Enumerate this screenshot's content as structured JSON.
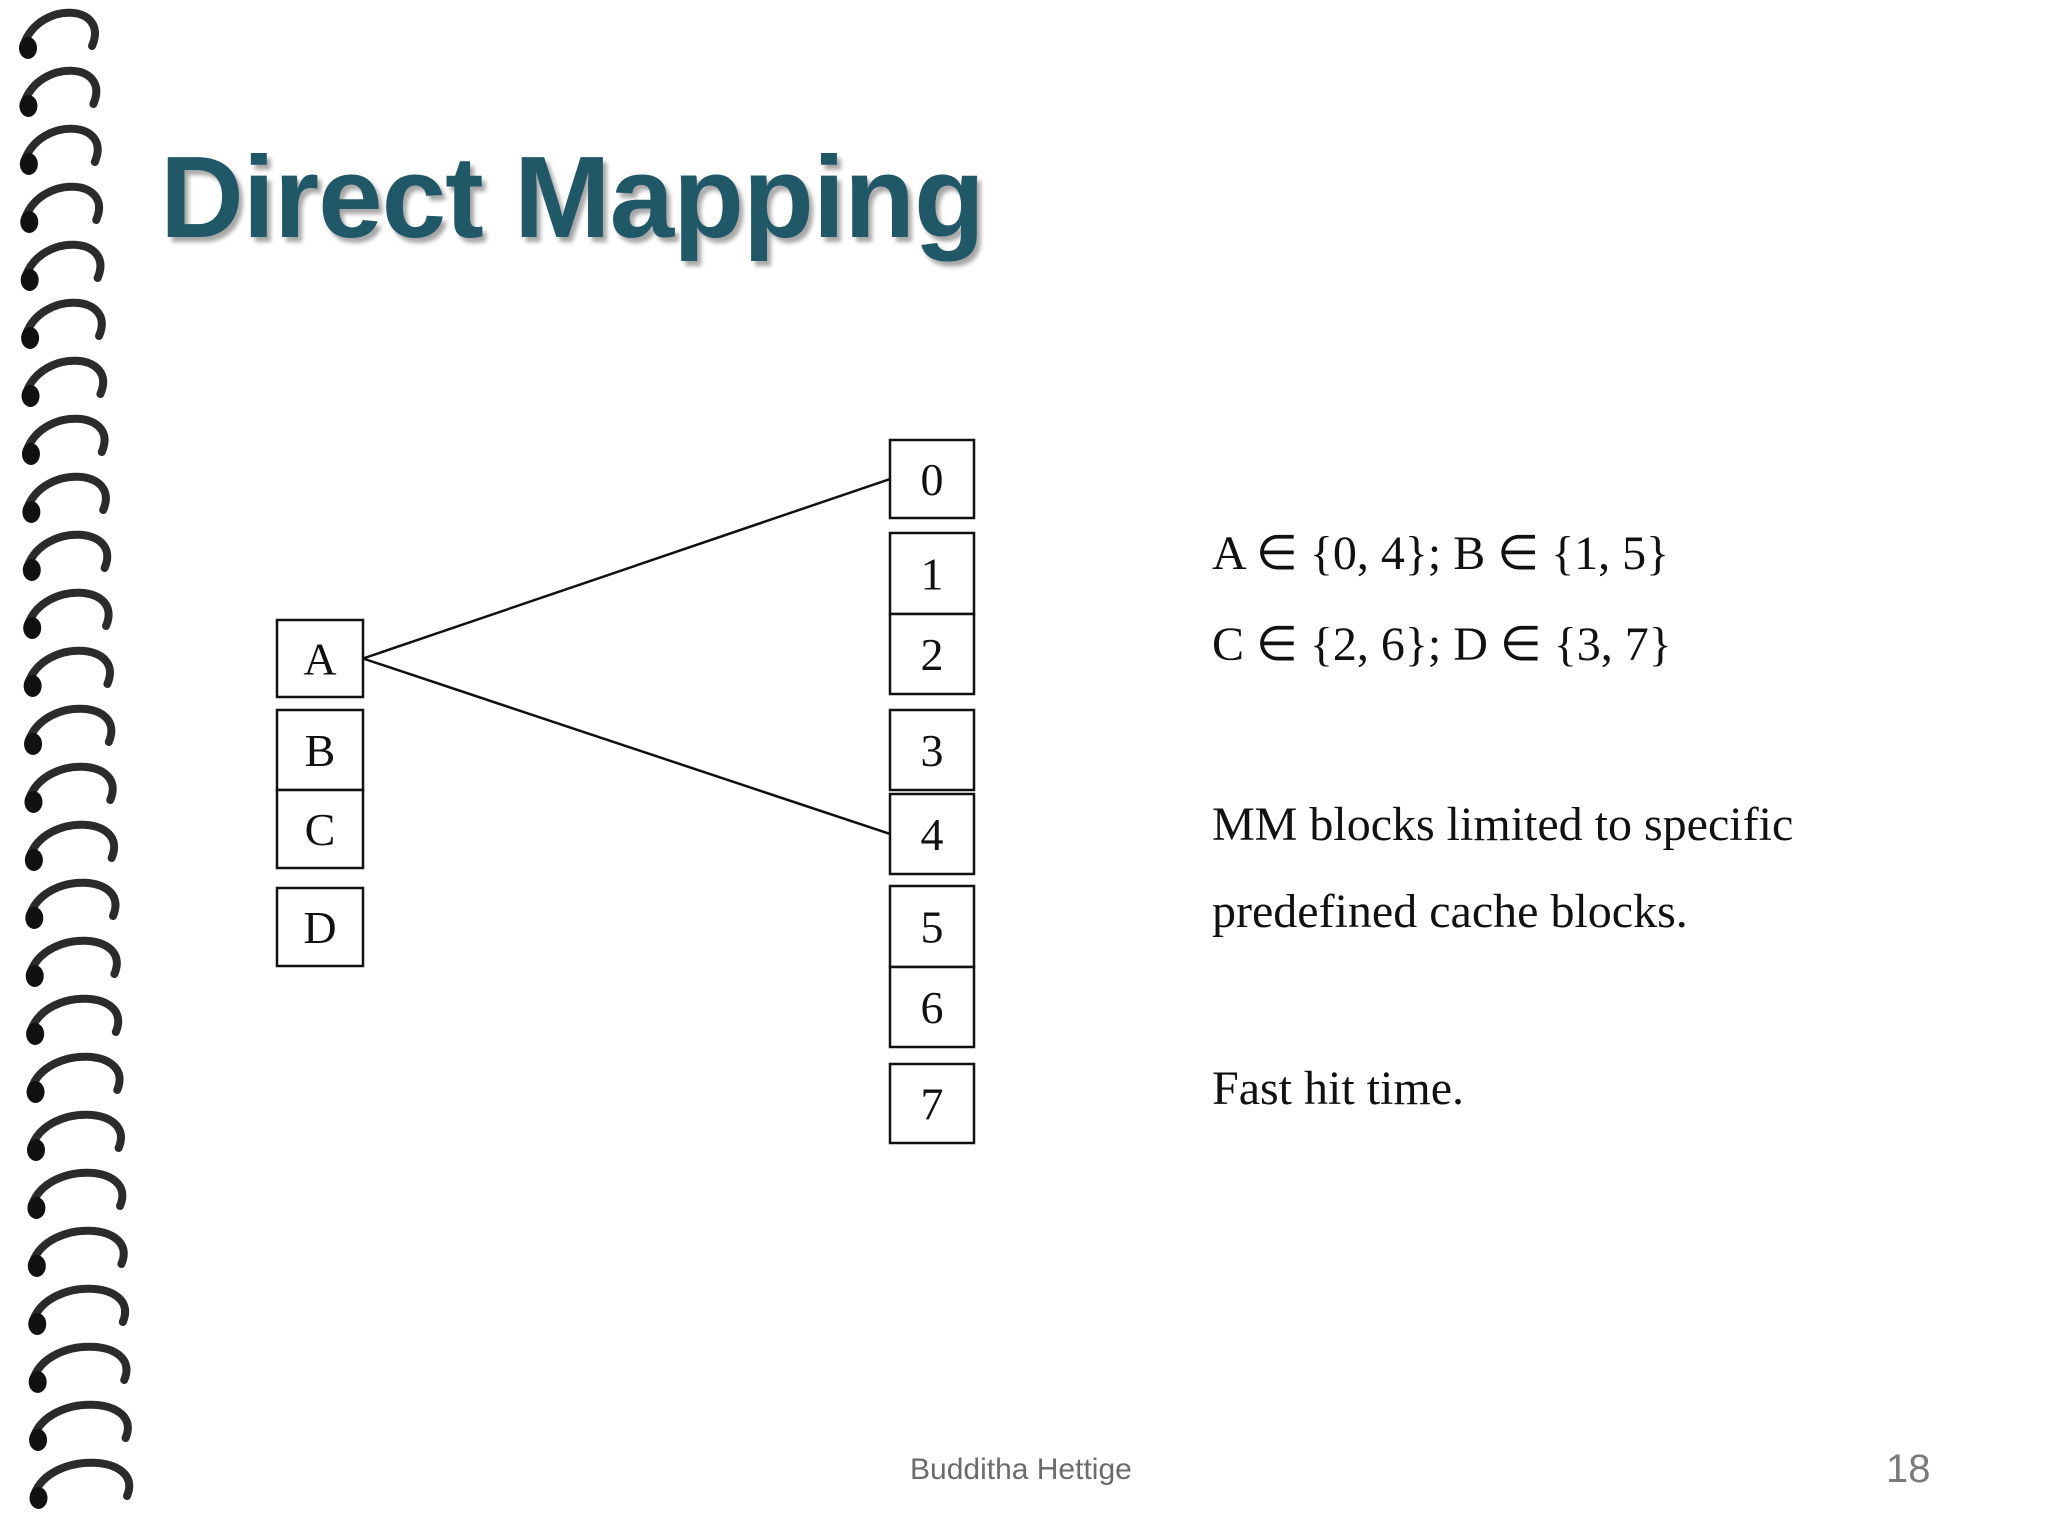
{
  "slide": {
    "title": "Direct Mapping",
    "notes": [
      "A ∈ {0, 4}; B ∈ {1, 5}",
      "C ∈ {2, 6}; D ∈ {3, 7}",
      "MM blocks limited to specific",
      "predefined cache blocks.",
      "Fast hit time."
    ],
    "footer_author": "Budditha Hettige",
    "page_number": "18"
  },
  "diagram": {
    "left_blocks": [
      "A",
      "B",
      "C",
      "D"
    ],
    "right_blocks": [
      "0",
      "1",
      "2",
      "3",
      "4",
      "5",
      "6",
      "7"
    ],
    "connections": [
      {
        "from": "A",
        "to": "0"
      },
      {
        "from": "A",
        "to": "4"
      }
    ]
  },
  "colors": {
    "title": "#215868",
    "text": "#111111",
    "footer": "#6b6b6b"
  }
}
